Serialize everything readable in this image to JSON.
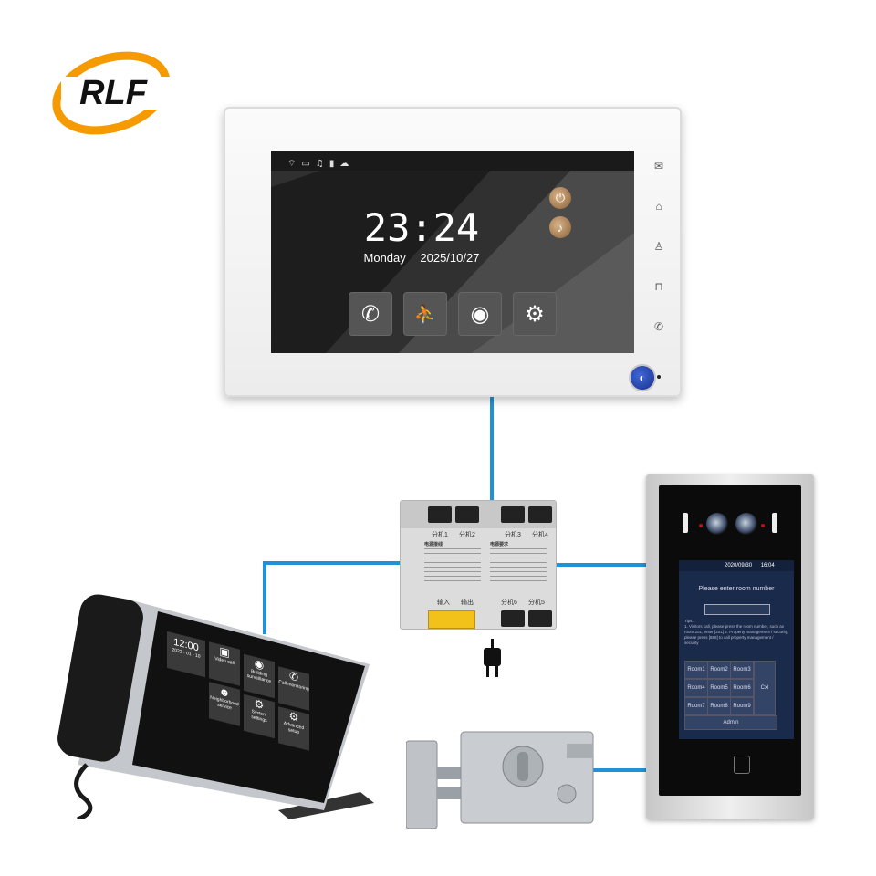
{
  "brand": {
    "logo_text": "RLF",
    "colors": {
      "orange": "#f59a00",
      "black": "#111111"
    }
  },
  "wiring": {
    "color": "#1f93d6"
  },
  "main_monitor": {
    "status_icons": [
      "wifi-icon",
      "monitor-icon",
      "volume-icon",
      "sd-card-icon",
      "cloud-icon"
    ],
    "time": "23:24",
    "day": "Monday",
    "date": "2025/10/27",
    "apps": [
      {
        "name": "call",
        "icon": "phone-icon",
        "glyph": "✆"
      },
      {
        "name": "leave",
        "icon": "running-man-icon",
        "glyph": "🏃"
      },
      {
        "name": "monitor",
        "icon": "camera-icon",
        "glyph": "◉"
      },
      {
        "name": "settings",
        "icon": "gear-icon",
        "glyph": "⚙"
      }
    ],
    "side_keys": [
      "mail-icon",
      "home-icon",
      "user-icon",
      "unlock-icon",
      "phone-icon"
    ],
    "round_buttons": [
      "power-icon",
      "speaker-icon"
    ]
  },
  "distributor": {
    "top_labels": [
      "分机1",
      "分机2",
      "分机3",
      "分机4"
    ],
    "bottom_labels": [
      "输入",
      "输出",
      "分机6",
      "分机5"
    ],
    "text_block_left_title": "电源接线",
    "text_block_right_title": "电源要求"
  },
  "outdoor_station": {
    "date": "2020/09/30",
    "time": "16:04",
    "prompt": "Please enter room number",
    "tips_label": "Tips:",
    "tips": "1. Visitors call, please press the room number, such as room 201, enter [201] 2. Property management / security, please press [888] to call property management / security",
    "keys": [
      "Room1",
      "Room2",
      "Room3",
      "Room4",
      "Room5",
      "Room6",
      "Room7",
      "Room8",
      "Room9"
    ],
    "cxl": "Cxl",
    "admin": "Admin"
  },
  "indoor_monitor": {
    "time": "12:00",
    "date": "2022 - 01 - 10",
    "tiles": [
      {
        "label": "Video call"
      },
      {
        "label": "Building surveillance"
      },
      {
        "label": "Call monitoring"
      },
      {
        "label": "Neighborhood service"
      },
      {
        "label": "System settings"
      },
      {
        "label": "Advanced setup"
      }
    ]
  }
}
